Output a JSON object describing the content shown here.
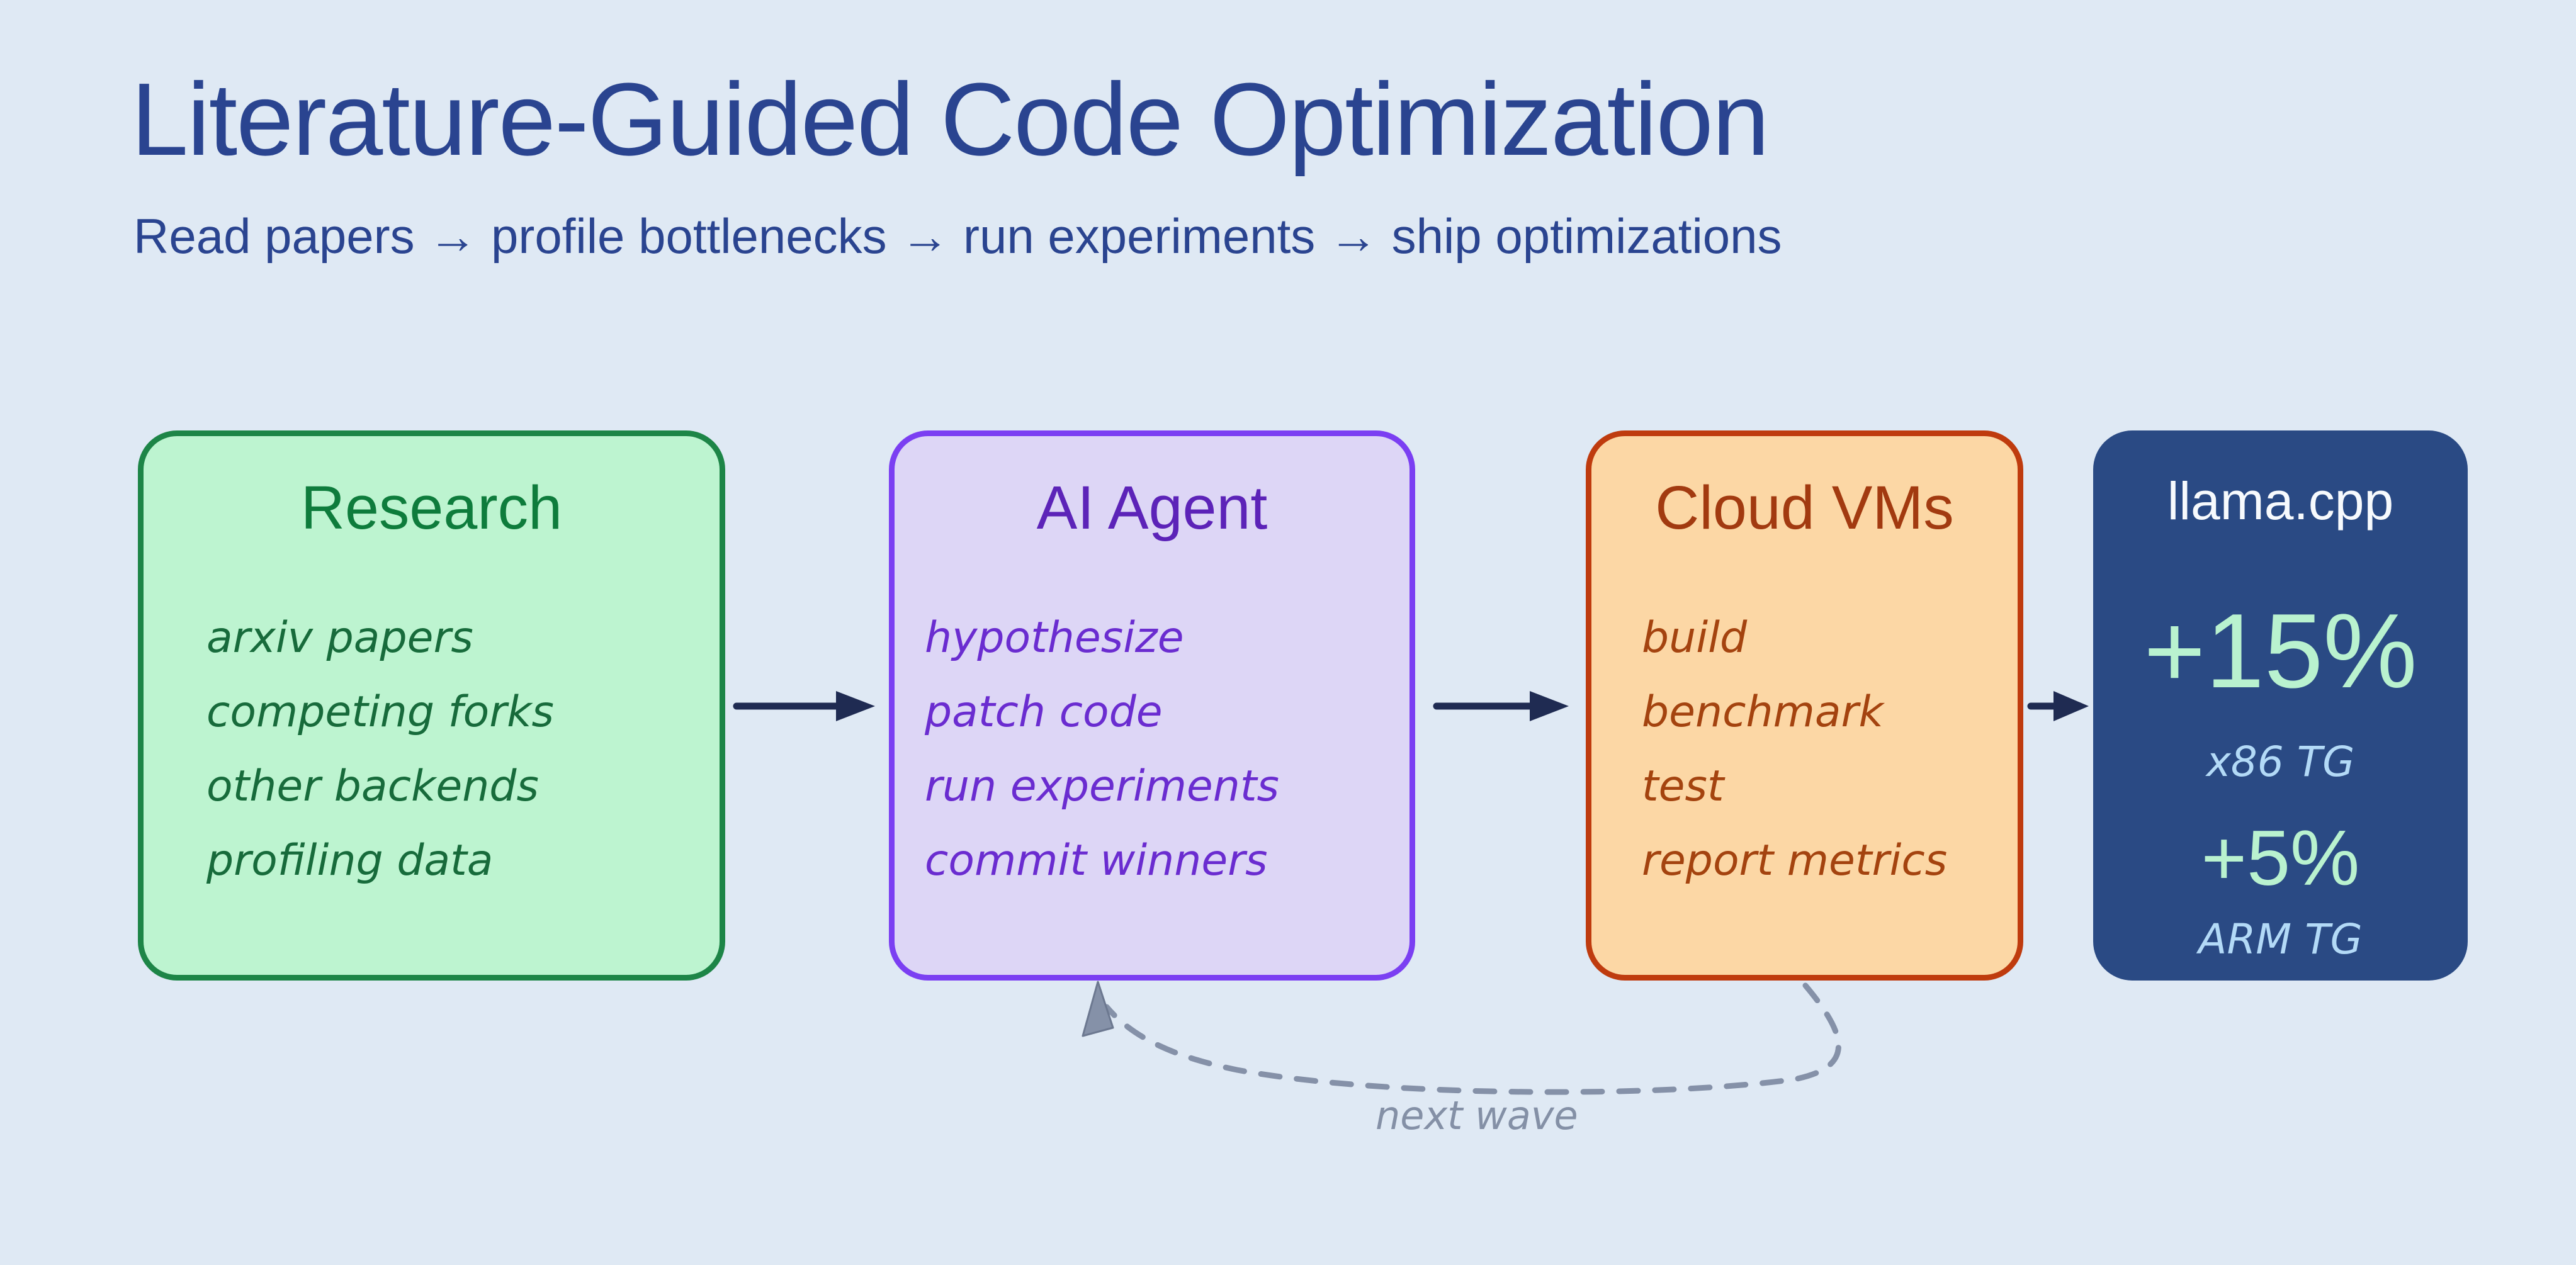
{
  "header": {
    "title": "Literature-Guided Code Optimization",
    "subtitle": "Read papers → profile bottlenecks → run experiments → ship optimizations"
  },
  "boxes": [
    {
      "id": "research",
      "title": "Research",
      "items": [
        "arxiv papers",
        "competing forks",
        "other backends",
        "profiling data"
      ],
      "fill": "#bdf4d0",
      "border": "#1d8547",
      "title_color": "#0e7c3c",
      "item_color": "#176b3b"
    },
    {
      "id": "ai-agent",
      "title": "AI Agent",
      "items": [
        "hypothesize",
        "patch code",
        "run experiments",
        "commit winners"
      ],
      "fill": "#ddd6f6",
      "border": "#7b3ff2",
      "title_color": "#5c23b8",
      "item_color": "#6a2cd0"
    },
    {
      "id": "cloud-vms",
      "title": "Cloud VMs",
      "items": [
        "build",
        "benchmark",
        "test",
        "report metrics"
      ],
      "fill": "#fcd7a5",
      "border": "#bf3b0e",
      "title_color": "#a23a10",
      "item_color": "#a4430f"
    },
    {
      "id": "llama-cpp",
      "title": "llama.cpp",
      "metrics": [
        {
          "value": "+15%",
          "label": "x86 TG"
        },
        {
          "value": "+5%",
          "label": "ARM TG"
        }
      ],
      "fill": "#2a4a84",
      "title_color": "#f7fafd",
      "value_color": "#b9f2cf",
      "label_color": "#b3daf7"
    }
  ],
  "loop": {
    "label": "next wave",
    "color": "#8591a8"
  },
  "page": {
    "background": "#dfe9f4",
    "title_color": "#2a4490",
    "arrow_color": "#1f2b52"
  }
}
